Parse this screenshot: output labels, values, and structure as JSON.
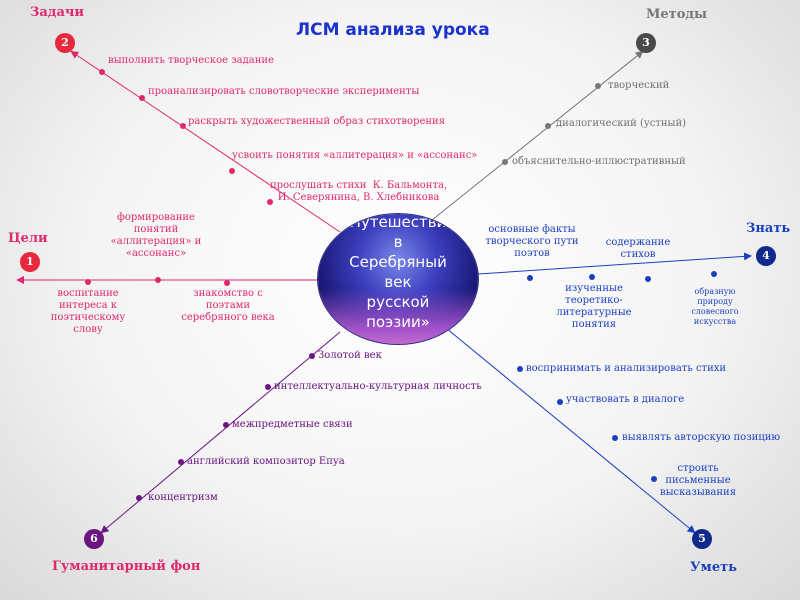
{
  "title": "ЛСМ анализа урока",
  "center": {
    "text": "«Путешествие\nв\nСеребряный\nвек\nрусской\nпоэзии»"
  },
  "colors": {
    "pink": "#e0286e",
    "gray": "#6e6e6e",
    "blue": "#1a3fbf",
    "violet": "#6a1580",
    "node_red": "#e8283c"
  },
  "nodes": {
    "goals": {
      "number": "1",
      "label": "Цели"
    },
    "tasks": {
      "number": "2",
      "label": "Задачи"
    },
    "methods": {
      "number": "3",
      "label": "Методы"
    },
    "know": {
      "number": "4",
      "label": "Знать"
    },
    "can": {
      "number": "5",
      "label": "Уметь"
    },
    "background": {
      "number": "6",
      "label": "Гуманитарный  фон"
    }
  },
  "tasks": [
    "выполнить творческое задание",
    "проанализировать словотворческие эксперименты",
    "раскрыть художественный  образ стихотворения",
    "усвоить понятия «аллитерация» и «ассонанс»",
    "прослушать стихи  К. Бальмонта,\nИ. Северянина, В. Хлебникова"
  ],
  "methods": [
    "творческий",
    "диалогический  (устный)",
    "объяснительно-иллюстративный"
  ],
  "goals": [
    "формирование\nпонятий\n«аллитерация» и\n«ассонанс»",
    "воспитание\nинтереса к\nпоэтическому\nслову",
    "знакомство с\nпоэтами\nсеребряного века"
  ],
  "know": [
    "основные факты\nтворческого пути\nпоэтов",
    "изученные\nтеоретико-\nлитературные\nпонятия",
    "содержание\nстихов",
    "образную\nприроду\nсловесного\nискусства"
  ],
  "can": [
    "воспринимать и анализировать стихи",
    "участвовать в диалоге",
    "выявлять авторскую позицию",
    "строить письменные\nвысказывания"
  ],
  "background": [
    "Золотой век",
    "интеллектуально-культурная личность",
    "межпредметные связи",
    "английский композитор Eпуа",
    "концентризм"
  ]
}
